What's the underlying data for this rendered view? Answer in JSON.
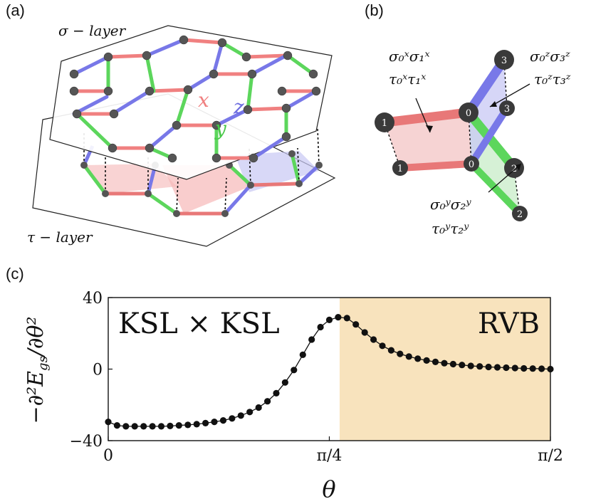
{
  "panels": {
    "a": {
      "label": "(a)",
      "sigma_layer_label": "σ − layer",
      "tau_layer_label": "τ − layer",
      "bond_x": "x",
      "bond_y": "y",
      "bond_z": "z"
    },
    "b": {
      "label": "(b)",
      "x_term_1": "σ₀ˣσ₁ˣ",
      "x_term_2": "τ₀ˣτ₁ˣ",
      "z_term_1": "σ₀ᶻσ₃ᶻ",
      "z_term_2": "τ₀ᶻτ₃ᶻ",
      "y_term_1": "σ₀ʸσ₂ʸ",
      "y_term_2": "τ₀ʸτ₂ʸ",
      "sites": [
        "0",
        "1",
        "2",
        "3",
        "0",
        "1",
        "2",
        "3"
      ]
    },
    "c": {
      "label": "(c)"
    }
  },
  "colors": {
    "x_bond": "#e87878",
    "y_bond": "#5cd65c",
    "z_bond": "#7878e8",
    "rvb_region": "#f8e3bd"
  },
  "chart_data": {
    "type": "line",
    "ylabel": "−∂²E_gs/∂θ²",
    "xlabel": "θ",
    "xlim": [
      0,
      1.5708
    ],
    "ylim": [
      -40,
      40
    ],
    "x_ticks": [
      0,
      0.7854,
      1.5708
    ],
    "x_tick_labels": [
      "0",
      "π/4",
      "π/2"
    ],
    "y_ticks": [
      -40,
      0,
      40
    ],
    "y_tick_labels": [
      "−40",
      "0",
      "40"
    ],
    "regions": [
      {
        "label": "KSL × KSL",
        "x_start": 0,
        "x_end": 0.822
      },
      {
        "label": "RVB",
        "x_start": 0.822,
        "x_end": 1.5708,
        "shaded": true
      }
    ],
    "series": [
      {
        "x": [
          0,
          0.0314,
          0.0628,
          0.0942,
          0.1257,
          0.1571,
          0.1885,
          0.2199,
          0.2513,
          0.2827,
          0.3142,
          0.3456,
          0.377,
          0.4084,
          0.4398,
          0.4712,
          0.5027,
          0.5341,
          0.5655,
          0.5969,
          0.6283,
          0.6597,
          0.6912,
          0.7226,
          0.754,
          0.7854,
          0.8168,
          0.8482,
          0.8796,
          0.911,
          0.9425,
          0.9739,
          1.0053,
          1.0367,
          1.0681,
          1.0996,
          1.131,
          1.1624,
          1.1938,
          1.2252,
          1.2566,
          1.2881,
          1.3195,
          1.3509,
          1.3823,
          1.4137,
          1.4451,
          1.4765,
          1.508,
          1.5394,
          1.5708
        ],
        "y": [
          -29.5,
          -31.5,
          -32,
          -32,
          -32,
          -32,
          -32,
          -31.8,
          -31.5,
          -31.2,
          -30.8,
          -30.2,
          -29.5,
          -28.7,
          -27.6,
          -26,
          -24,
          -21.5,
          -18,
          -13.5,
          -7.5,
          -0.5,
          8,
          16.5,
          23.5,
          27.5,
          29,
          28.5,
          25,
          20.5,
          16.5,
          13,
          10.5,
          8.5,
          7,
          5.8,
          4.8,
          4,
          3.3,
          2.8,
          2.3,
          1.8,
          1.5,
          1.2,
          1,
          0.8,
          0.6,
          0.4,
          0.3,
          0.2,
          0
        ]
      }
    ]
  }
}
